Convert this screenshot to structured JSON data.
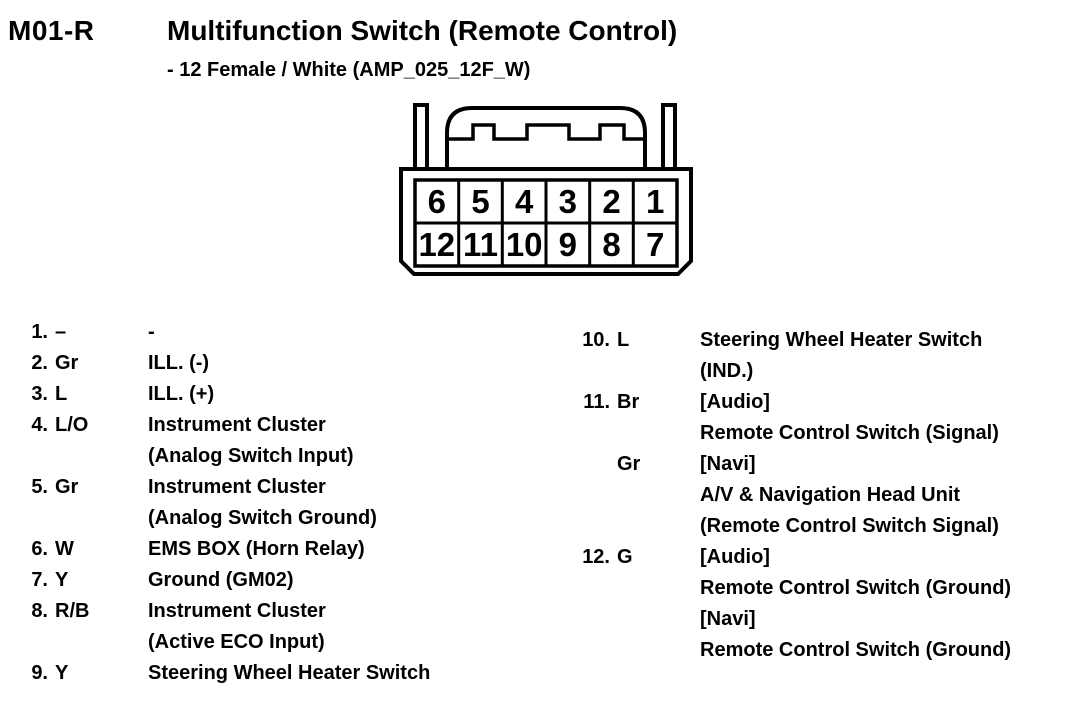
{
  "header": {
    "connector_id": "M01-R",
    "title": "Multifunction Switch (Remote Control)",
    "subtitle": "- 12 Female / White (AMP_025_12F_W)"
  },
  "connector": {
    "top_row": [
      "6",
      "5",
      "4",
      "3",
      "2",
      "1"
    ],
    "bottom_row": [
      "12",
      "11",
      "10",
      "9",
      "8",
      "7"
    ]
  },
  "pinout": {
    "left": [
      {
        "num": "1.",
        "code": "–",
        "desc": "-"
      },
      {
        "num": "2.",
        "code": "Gr",
        "desc": "ILL. (-)"
      },
      {
        "num": "3.",
        "code": "L",
        "desc": "ILL. (+)"
      },
      {
        "num": "4.",
        "code": "L/O",
        "desc": "Instrument Cluster"
      },
      {
        "num": "",
        "code": "",
        "desc": "(Analog Switch Input)"
      },
      {
        "num": "5.",
        "code": "Gr",
        "desc": "Instrument Cluster"
      },
      {
        "num": "",
        "code": "",
        "desc": "(Analog Switch Ground)"
      },
      {
        "num": "6.",
        "code": "W",
        "desc": "EMS BOX (Horn Relay)"
      },
      {
        "num": "7.",
        "code": "Y",
        "desc": "Ground (GM02)"
      },
      {
        "num": "8.",
        "code": "R/B",
        "desc": "Instrument Cluster"
      },
      {
        "num": "",
        "code": "",
        "desc": "(Active ECO Input)"
      },
      {
        "num": "9.",
        "code": "Y",
        "desc": "Steering Wheel Heater Switch"
      }
    ],
    "right": [
      {
        "num": "10.",
        "code": "L",
        "desc": "Steering Wheel Heater Switch"
      },
      {
        "num": "",
        "code": "",
        "desc": "(IND.)"
      },
      {
        "num": "11.",
        "code": "Br",
        "desc": "[Audio]"
      },
      {
        "num": "",
        "code": "",
        "desc": "Remote Control Switch (Signal)"
      },
      {
        "num": "",
        "code": "Gr",
        "desc": "[Navi]"
      },
      {
        "num": "",
        "code": "",
        "desc": "A/V & Navigation Head Unit"
      },
      {
        "num": "",
        "code": "",
        "desc": "(Remote Control Switch Signal)"
      },
      {
        "num": "12.",
        "code": "G",
        "desc": "[Audio]"
      },
      {
        "num": "",
        "code": "",
        "desc": "Remote Control Switch (Ground)"
      },
      {
        "num": "",
        "code": "",
        "desc": "[Navi]"
      },
      {
        "num": "",
        "code": "",
        "desc": "Remote Control Switch (Ground)"
      }
    ]
  }
}
